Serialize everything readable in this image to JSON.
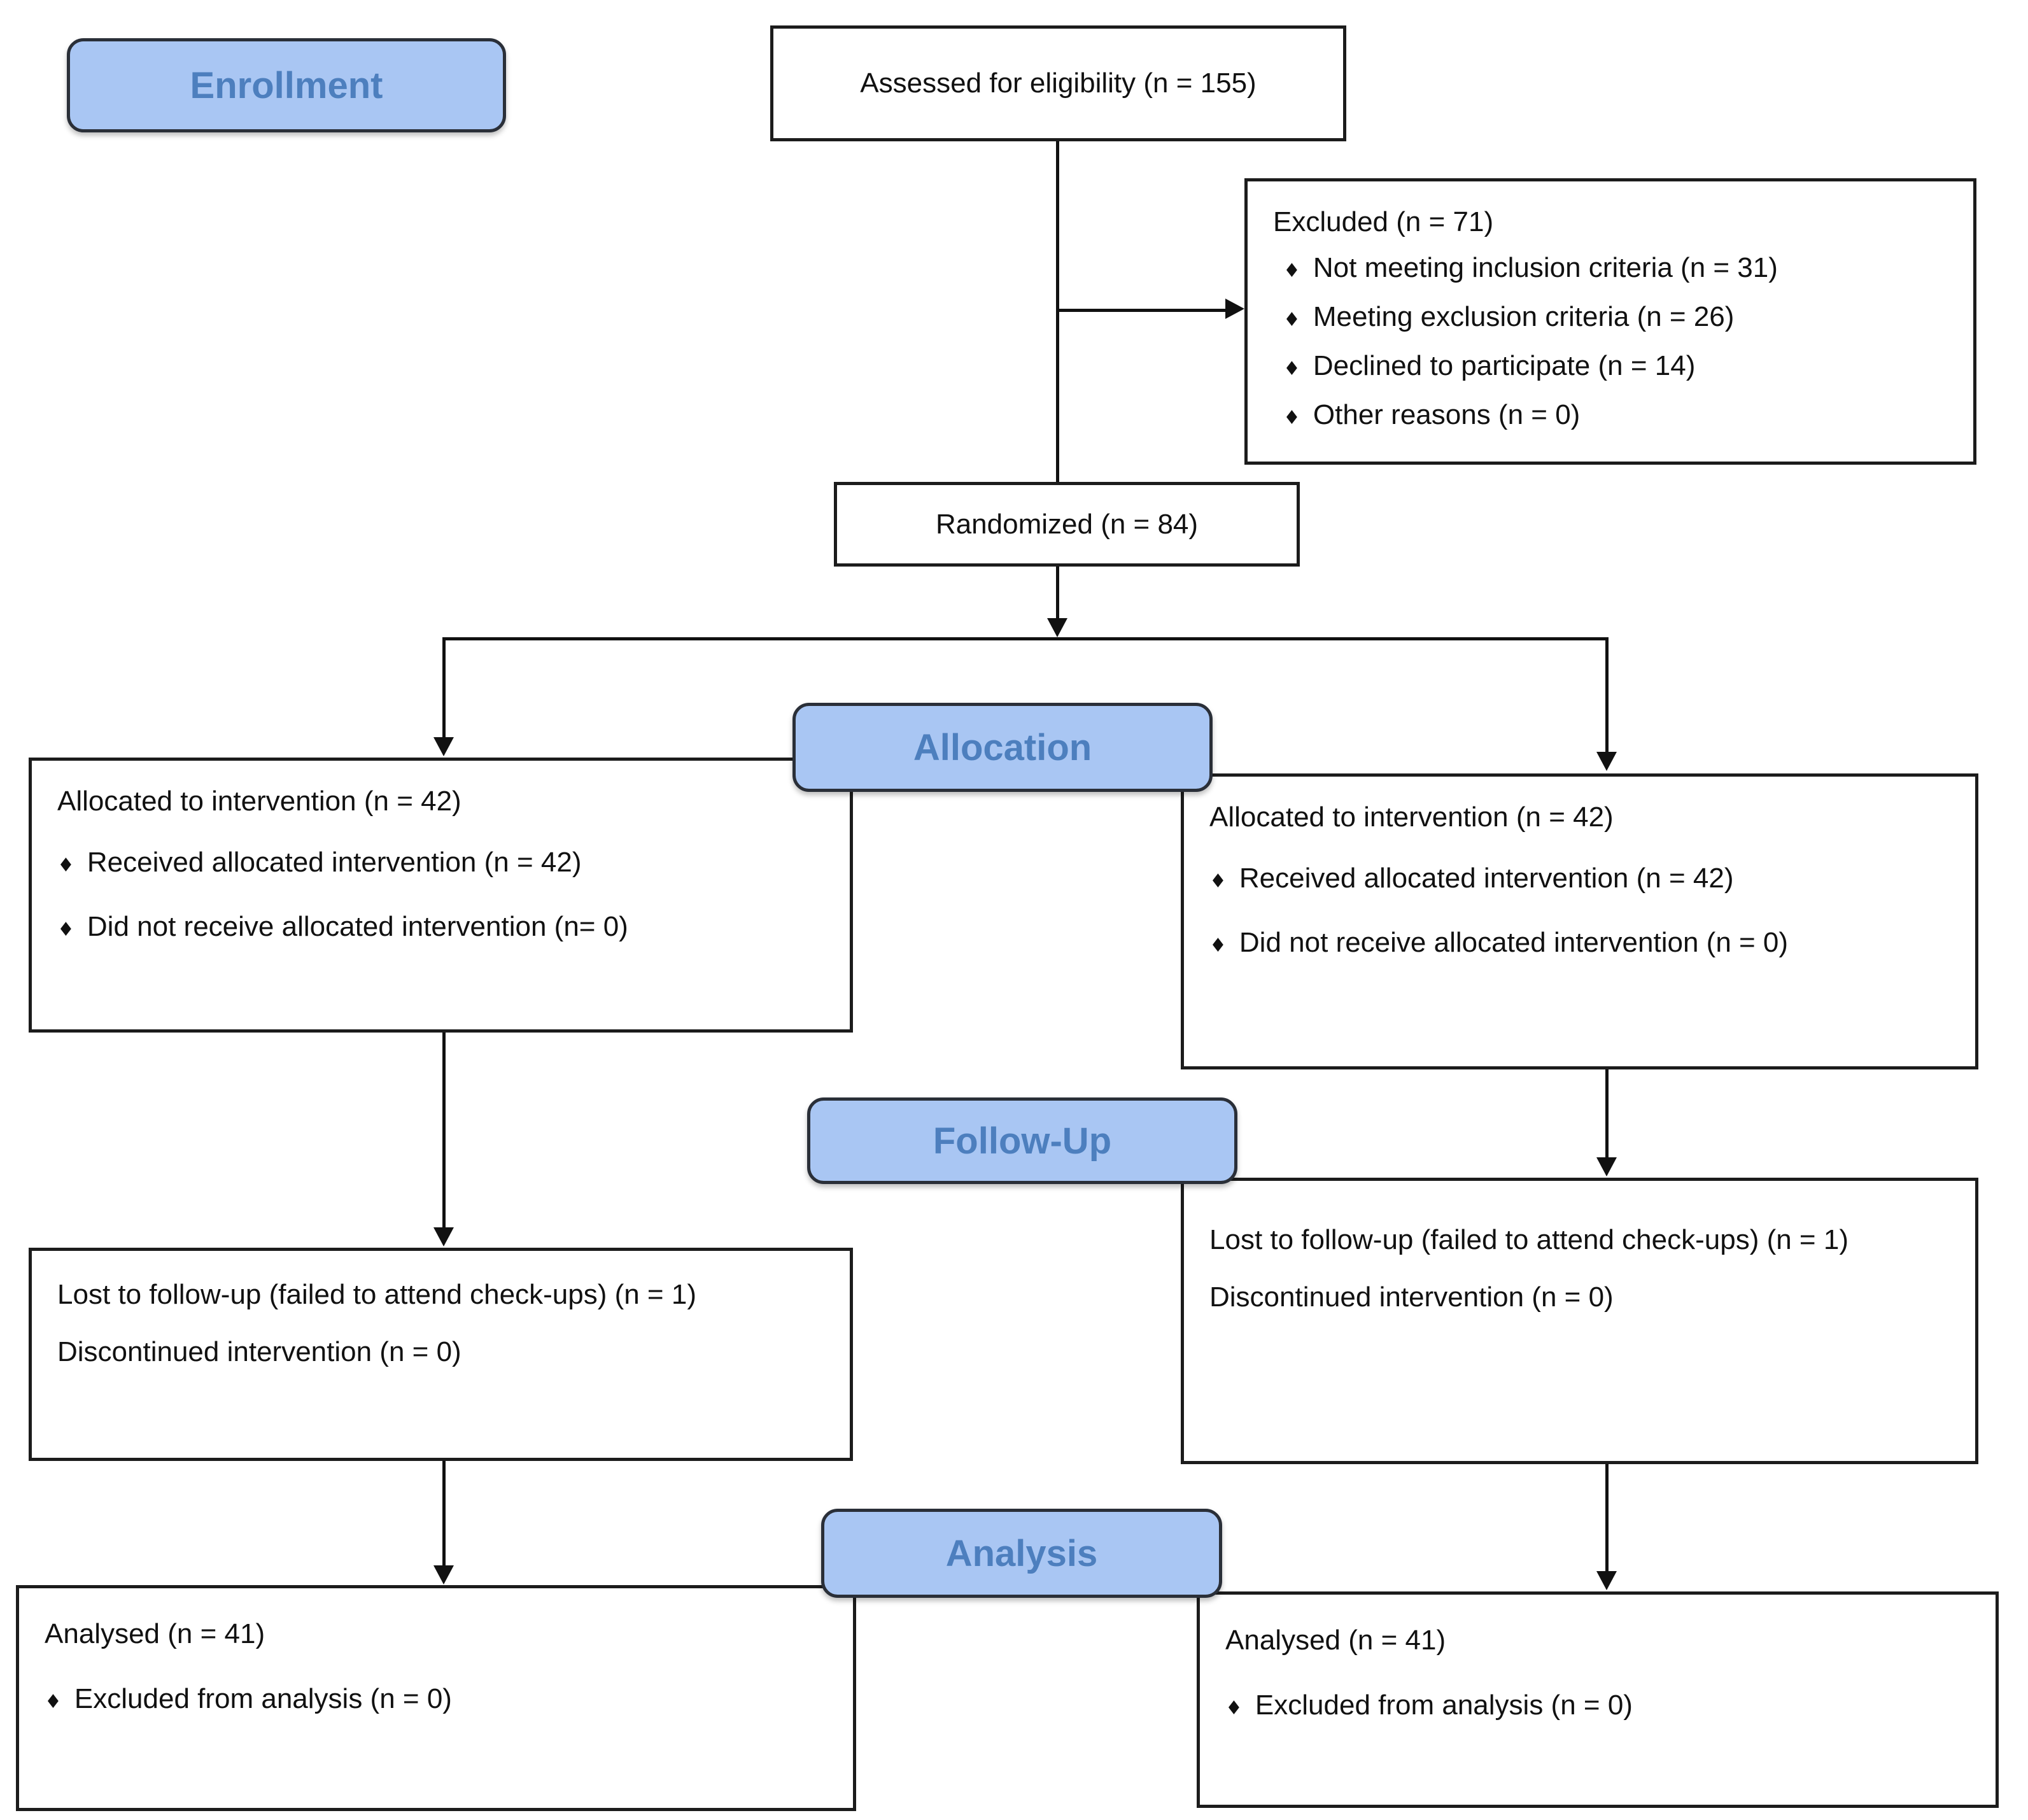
{
  "colors": {
    "stage_label_fill": "#a9c6f3",
    "stage_label_text": "#4d7fbe",
    "stage_label_border": "#2a2f38",
    "box_border": "#1c1c1c",
    "connector": "#111111",
    "background": "#ffffff"
  },
  "bullet_char": "♦",
  "stages": {
    "enrollment": "Enrollment",
    "allocation": "Allocation",
    "followup": "Follow-Up",
    "analysis": "Analysis"
  },
  "boxes": {
    "assessed": {
      "text": "Assessed for eligibility (n = 155)"
    },
    "excluded": {
      "title": "Excluded (n = 71)",
      "items": [
        "Not meeting inclusion criteria (n = 31)",
        "Meeting exclusion criteria (n = 26)",
        "Declined to participate (n = 14)",
        "Other reasons (n = 0)"
      ]
    },
    "randomized": {
      "text": "Randomized (n = 84)"
    },
    "allocation_left": {
      "title": "Allocated to intervention (n = 42)",
      "items": [
        "Received allocated intervention (n = 42)",
        "Did not receive allocated intervention (n= 0)"
      ]
    },
    "allocation_right": {
      "title": "Allocated to intervention (n = 42)",
      "items": [
        "Received allocated intervention (n = 42)",
        "Did not receive allocated intervention (n = 0)"
      ]
    },
    "followup_left": {
      "line1": "Lost to follow-up (failed to attend check-ups) (n = 1)",
      "line2": "Discontinued intervention (n = 0)"
    },
    "followup_right": {
      "line1": "Lost to follow-up (failed to attend check-ups) (n = 1)",
      "line2": "Discontinued intervention (n = 0)"
    },
    "analysis_left": {
      "title": "Analysed (n = 41)",
      "items": [
        "Excluded from analysis (n = 0)"
      ]
    },
    "analysis_right": {
      "title": "Analysed (n = 41)",
      "items": [
        "Excluded from analysis (n = 0)"
      ]
    }
  }
}
